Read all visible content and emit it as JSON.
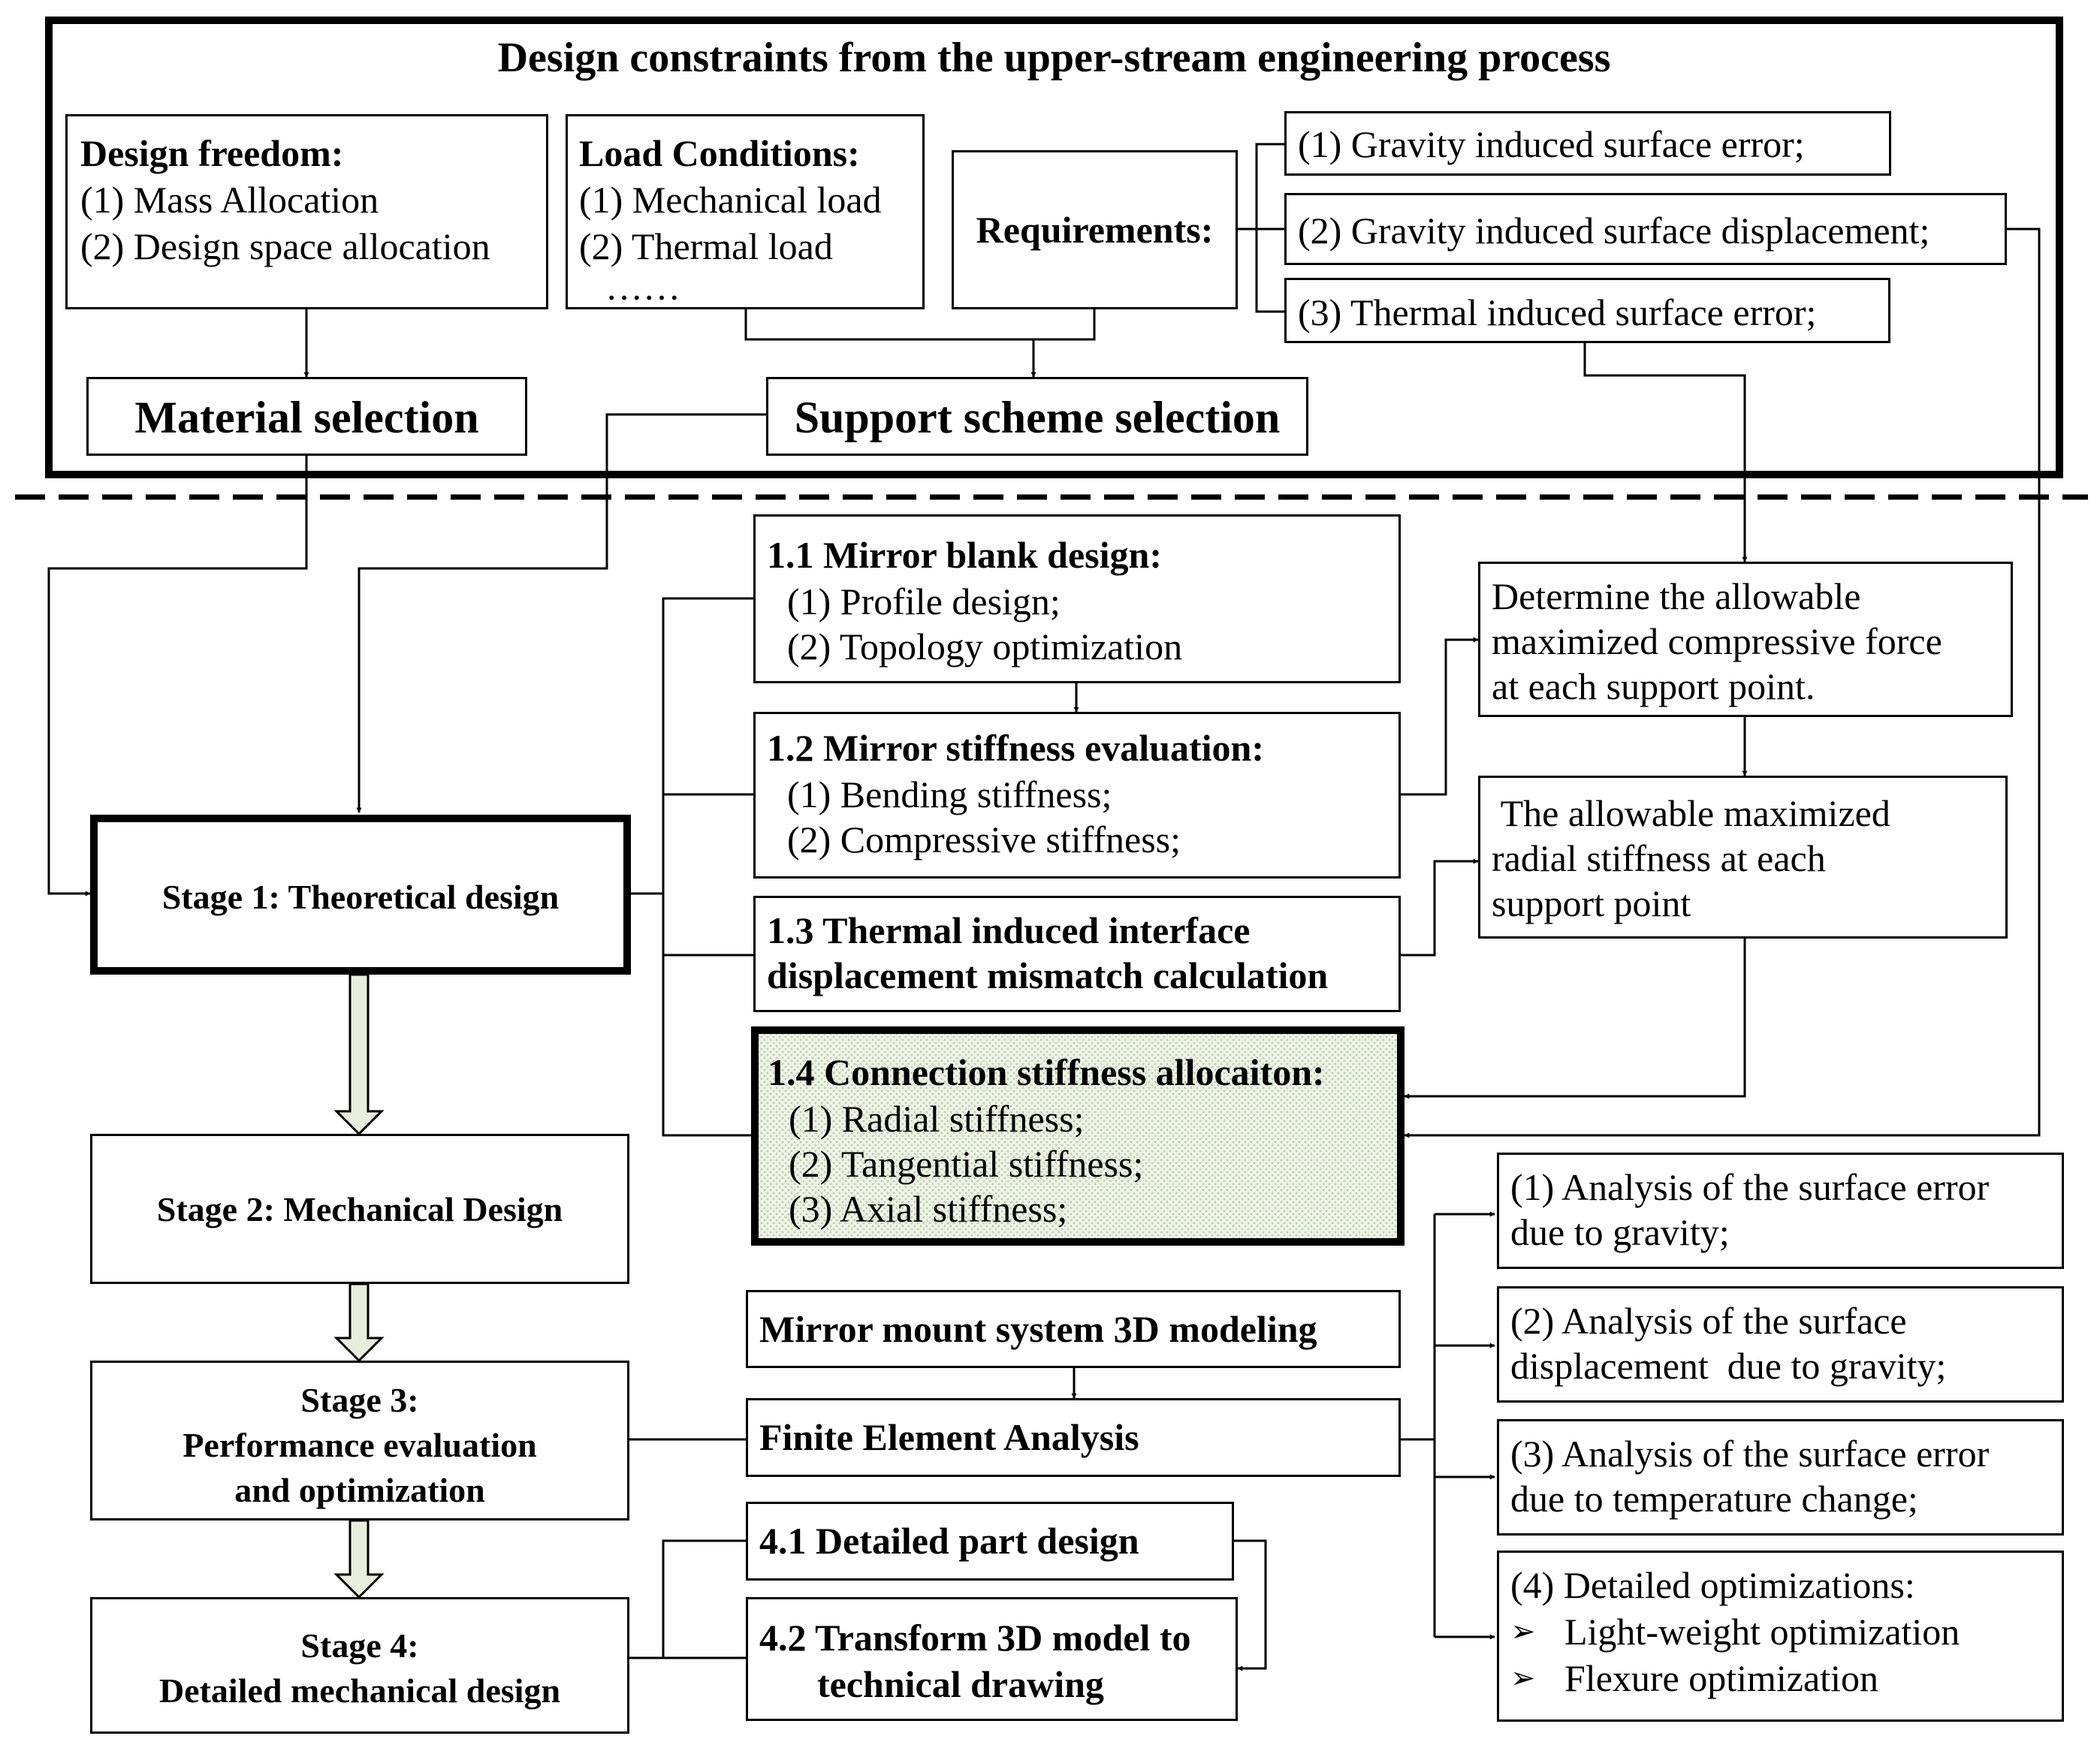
{
  "top_section": {
    "title": "Design constraints from the upper-stream engineering process",
    "design_freedom": {
      "heading": "Design freedom:",
      "items": [
        "(1) Mass Allocation",
        "(2) Design space  allocation"
      ]
    },
    "load_conditions": {
      "heading": "Load Conditions:",
      "items": [
        "(1) Mechanical load",
        "(2) Thermal load",
        "……"
      ]
    },
    "requirements": {
      "heading": "Requirements:",
      "items": [
        "(1) Gravity induced surface error;",
        "(2) Gravity induced surface displacement;",
        "(3) Thermal induced surface error;"
      ]
    },
    "material_selection": "Material selection",
    "support_scheme_selection": "Support scheme selection"
  },
  "stages": {
    "stage1": "Stage 1: Theoretical design",
    "stage2": "Stage 2: Mechanical Design",
    "stage3": [
      "Stage 3:",
      "Performance evaluation",
      "and optimization"
    ],
    "stage4": [
      "Stage 4:",
      "Detailed mechanical design"
    ]
  },
  "theoretical": {
    "s11": {
      "heading": "1.1 Mirror blank design:",
      "items": [
        "(1) Profile design;",
        "(2) Topology optimization"
      ]
    },
    "s12": {
      "heading": "1.2 Mirror stiffness evaluation:",
      "items": [
        "(1) Bending stiffness;",
        "(2) Compressive stiffness;"
      ]
    },
    "s13": {
      "lines": [
        "1.3 Thermal induced interface",
        "displacement mismatch calculation"
      ]
    },
    "s14": {
      "heading": "1.4 Connection stiffness allocaiton:",
      "items": [
        "(1) Radial stiffness;",
        "(2) Tangential stiffness;",
        "(3) Axial stiffness;"
      ]
    }
  },
  "allowables": {
    "compressive": [
      "Determine the allowable",
      "maximized compressive force",
      "at each support point."
    ],
    "radial": [
      " The allowable maximized",
      "radial stiffness at each",
      "support point"
    ]
  },
  "evaluation": {
    "modeling": "Mirror mount system 3D modeling",
    "fea": "Finite Element Analysis",
    "analyses": [
      [
        "(1) Analysis of the surface error",
        "due to gravity;"
      ],
      [
        "(2) Analysis of the surface",
        "displacement  due to gravity;"
      ],
      [
        "(3) Analysis of the surface error",
        "due to temperature change;"
      ]
    ],
    "optimizations": {
      "heading": "(4) Detailed optimizations:",
      "bullet": "➢",
      "items": [
        "Light-weight optimization",
        "Flexure optimization"
      ]
    }
  },
  "detailed": {
    "s41": "4.1 Detailed part design",
    "s42": [
      "4.2 Transform 3D model to",
      "technical drawing"
    ]
  }
}
